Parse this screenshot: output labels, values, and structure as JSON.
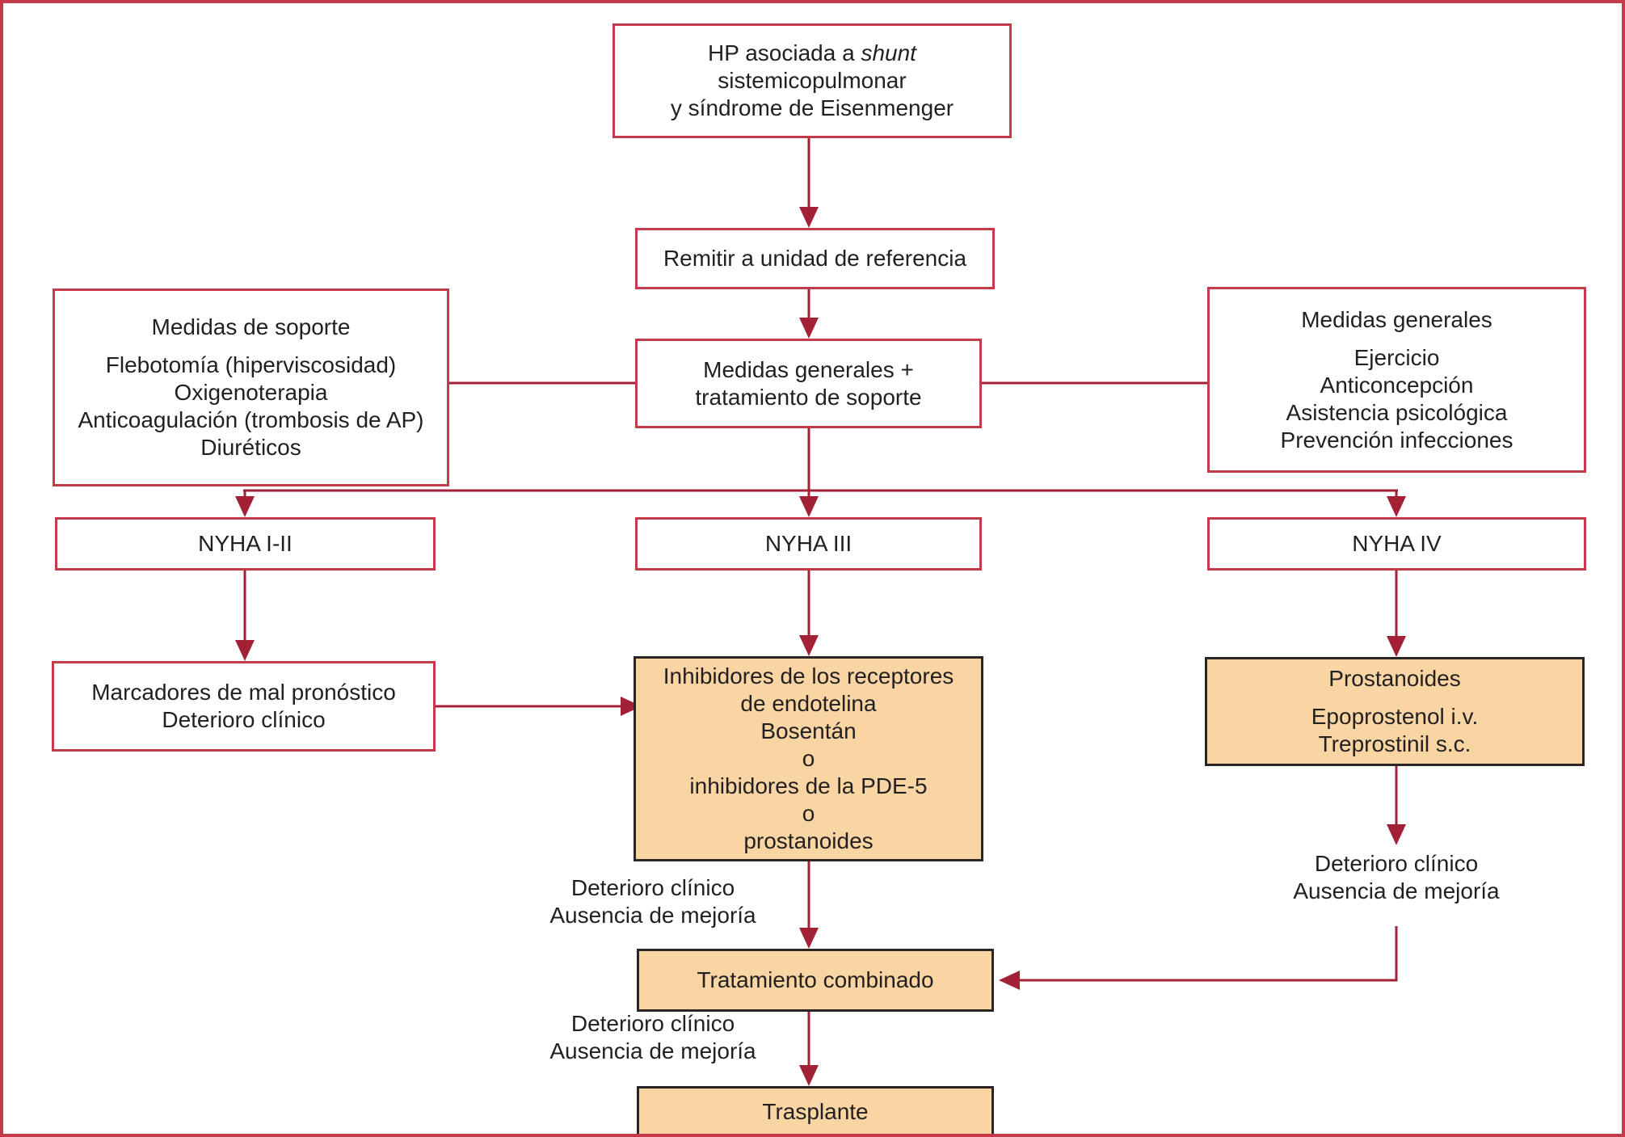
{
  "figure": {
    "type": "flowchart",
    "language": "es"
  },
  "colors": {
    "line_red": "#a32136",
    "box_border_red": "#c33a4a",
    "orange_fill": "#f9d5a3",
    "orange_border": "#2b2523",
    "text": "#231f20",
    "background": "#ffffff"
  },
  "nodes": {
    "hp_shunt": {
      "line1_prefix": "HP asociada a ",
      "line1_italic": "shunt",
      "line2": "sistemicopulmonar",
      "line3": "y síndrome de Eisenmenger"
    },
    "remitir": {
      "label": "Remitir a unidad de referencia"
    },
    "medidas_soporte": {
      "title": "Medidas de soporte",
      "items": [
        "Flebotomía (hiperviscosidad)",
        "Oxigenoterapia",
        "Anticoagulación (trombosis de AP)",
        "Diuréticos"
      ]
    },
    "medidas_generales_soporte": {
      "line1": "Medidas generales +",
      "line2": "tratamiento de soporte"
    },
    "medidas_generales": {
      "title": "Medidas generales",
      "items": [
        "Ejercicio",
        "Anticoncepción",
        "Asistencia psicológica",
        "Prevención infecciones"
      ]
    },
    "nyha_1_2": {
      "label": "NYHA I-II"
    },
    "nyha_3": {
      "label": "NYHA III"
    },
    "nyha_4": {
      "label": "NYHA IV"
    },
    "marcadores": {
      "line1": "Marcadores de mal pronóstico",
      "line2": "Deterioro clínico"
    },
    "inhibidores": {
      "lines": [
        "Inhibidores de los receptores",
        "de endotelina",
        "Bosentán",
        "o",
        "inhibidores de la PDE-5",
        "o",
        "prostanoides"
      ]
    },
    "prostanoides": {
      "title": "Prostanoides",
      "items": [
        "Epoprostenol i.v.",
        "Treprostinil s.c."
      ]
    },
    "tratamiento_combinado": {
      "label": "Tratamiento combinado"
    },
    "trasplante": {
      "label": "Trasplante"
    }
  },
  "edge_labels": {
    "deterioro_center_top": {
      "line1": "Deterioro clínico",
      "line2": "Ausencia de mejoría"
    },
    "deterioro_center_bottom": {
      "line1": "Deterioro clínico",
      "line2": "Ausencia de mejoría"
    },
    "deterioro_right": {
      "line1": "Deterioro clínico",
      "line2": "Ausencia de mejoría"
    }
  }
}
